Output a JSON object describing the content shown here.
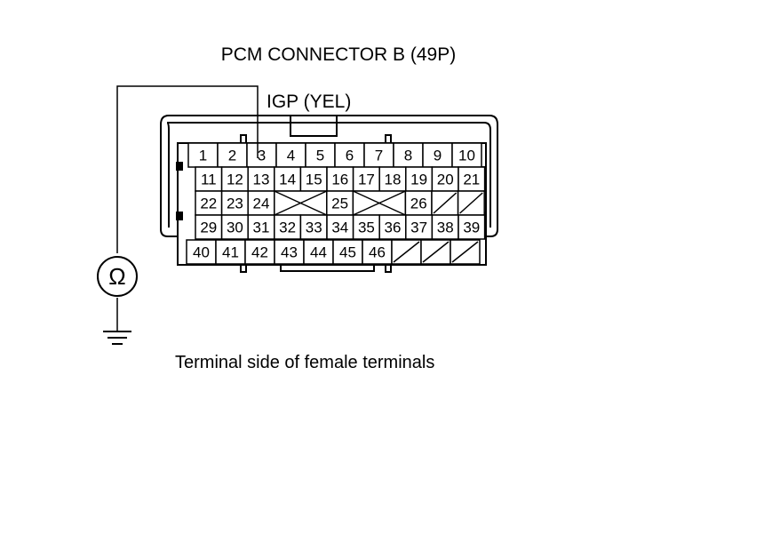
{
  "diagram": {
    "title": "PCM CONNECTOR B (49P)",
    "wire_label": "IGP (YEL)",
    "caption": "Terminal side of female terminals",
    "meter_symbol": "Ω",
    "probe_terminal": "3",
    "ground_icon": "ground-icon",
    "rows": [
      [
        "1",
        "2",
        "3",
        "4",
        "5",
        "6",
        "7",
        "8",
        "9",
        "10"
      ],
      [
        "11",
        "12",
        "13",
        "14",
        "15",
        "16",
        "17",
        "18",
        "19",
        "20",
        "21"
      ],
      [
        "22",
        "23",
        "24",
        "",
        "25",
        "",
        "26",
        "",
        ""
      ],
      [
        "29",
        "30",
        "31",
        "32",
        "33",
        "34",
        "35",
        "36",
        "37",
        "38",
        "39"
      ],
      [
        "40",
        "41",
        "42",
        "43",
        "44",
        "45",
        "46",
        "",
        "",
        ""
      ]
    ]
  }
}
